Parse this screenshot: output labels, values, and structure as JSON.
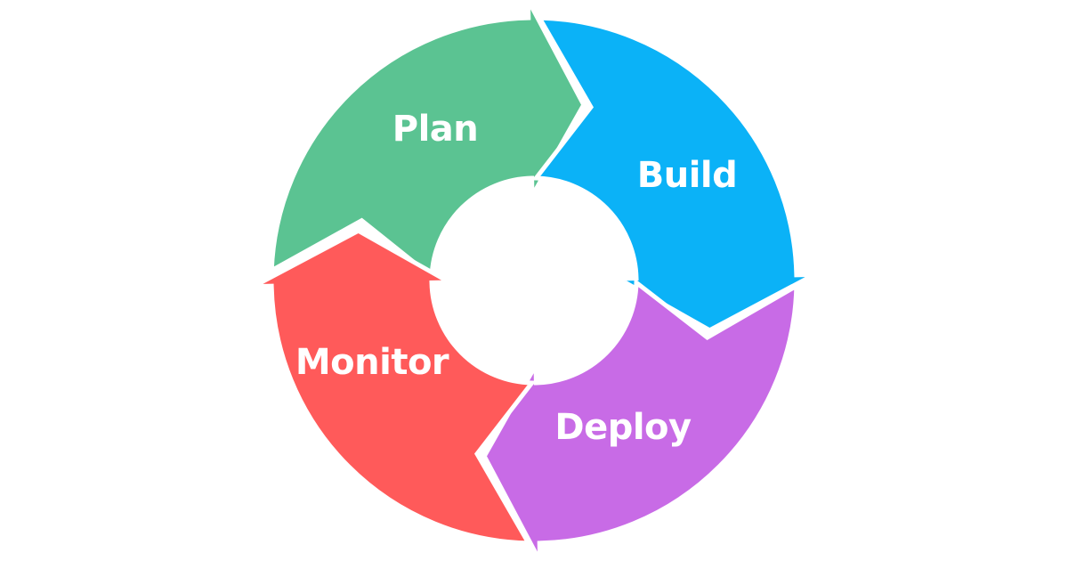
{
  "diagram": {
    "stages": [
      {
        "id": "plan",
        "label": "Plan",
        "color": "#5bc392"
      },
      {
        "id": "build",
        "label": "Build",
        "color": "#0bb2f7"
      },
      {
        "id": "deploy",
        "label": "Deploy",
        "color": "#c86be6"
      },
      {
        "id": "monitor",
        "label": "Monitor",
        "color": "#ff5a5a"
      }
    ]
  }
}
